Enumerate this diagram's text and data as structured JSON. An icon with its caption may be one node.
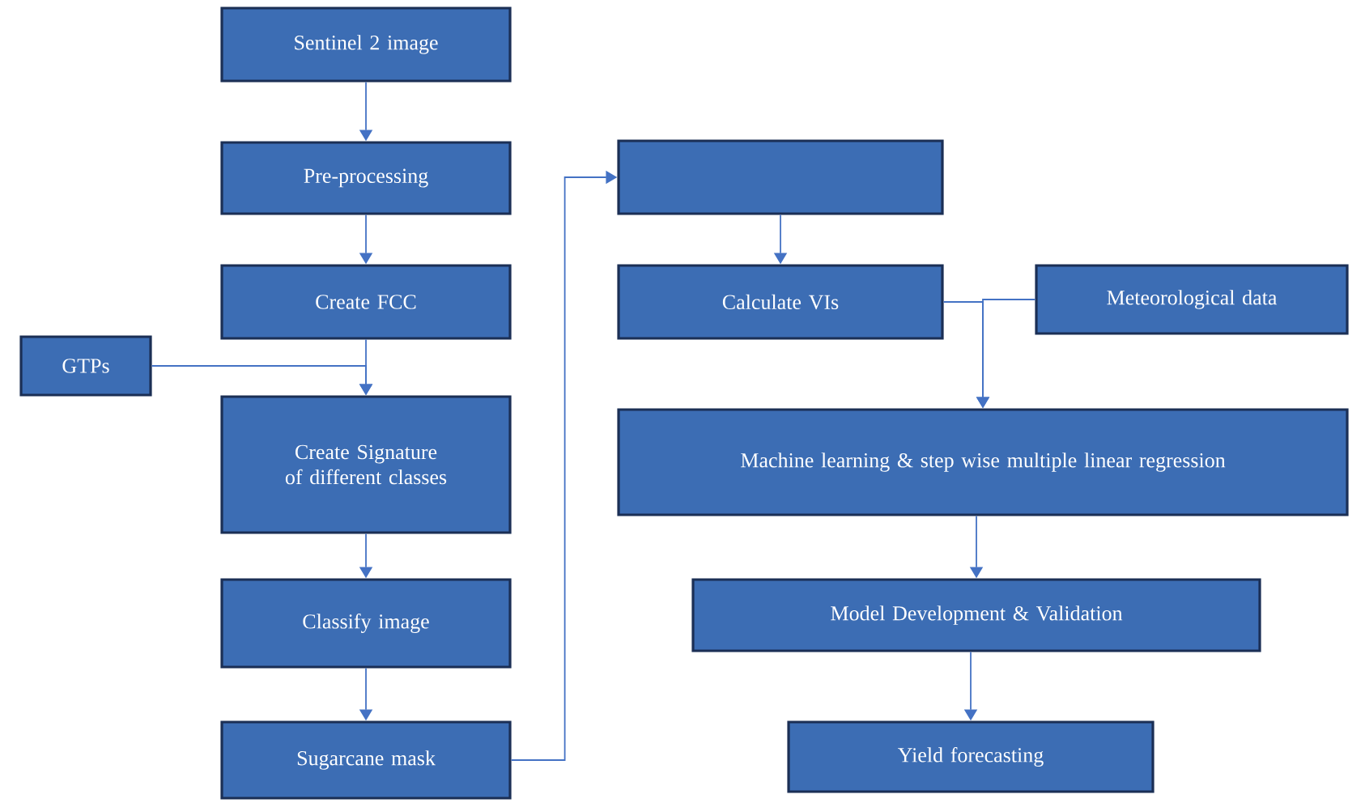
{
  "diagram": {
    "nodes": [
      {
        "text": [
          "Sentinel 2 image"
        ]
      },
      {
        "text": [
          "Pre-processing"
        ]
      },
      {
        "text": [
          "Create FCC"
        ]
      },
      {
        "text": [
          "GTPs"
        ]
      },
      {
        "text": [
          "Create Signature of different classes"
        ]
      },
      {
        "text": [
          "Classify image"
        ]
      },
      {
        "text": [
          "Sugarcane mask"
        ]
      },
      {
        "text": [],
        "shape": "box"
      },
      {
        "text": [
          "Calculate VIs"
        ]
      },
      {
        "text": [
          "Meteorological data"
        ]
      },
      {
        "text": [
          "Machine learning & step wise multiple linear regression"
        ]
      },
      {
        "text": [
          "Model Development & Validation"
        ]
      },
      {
        "text": [
          "Yield forecasting"
        ]
      }
    ],
    "edges": [
      {
        "from": 0,
        "to": 1,
        "arrow": "to"
      },
      {
        "from": 1,
        "to": 2,
        "arrow": "to"
      },
      {
        "from": 2,
        "to": 4,
        "arrow": "to"
      },
      {
        "from": 3,
        "to": 4,
        "arrow": "to"
      },
      {
        "from": 4,
        "to": 5,
        "arrow": "to"
      },
      {
        "from": 5,
        "to": 6,
        "arrow": "to"
      },
      {
        "from": 6,
        "to": 7,
        "arrow": "to"
      },
      {
        "from": 7,
        "to": 8,
        "arrow": "to"
      },
      {
        "from": 8,
        "to": 10,
        "arrow": "to"
      },
      {
        "from": 9,
        "to": 10,
        "arrow": "to"
      },
      {
        "from": 10,
        "to": 11,
        "arrow": "to"
      },
      {
        "from": 11,
        "to": 12,
        "arrow": "to"
      }
    ]
  }
}
